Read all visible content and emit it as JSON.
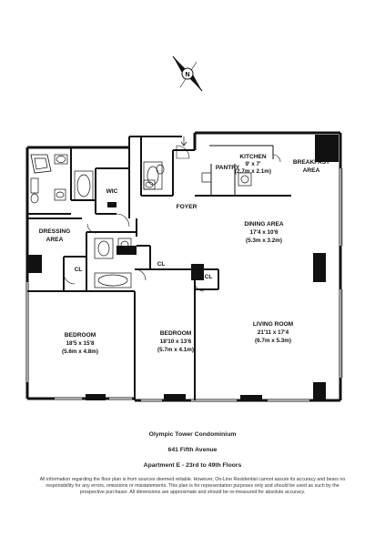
{
  "compass": {
    "north_label": "N"
  },
  "rooms": {
    "kitchen": {
      "name": "KITCHEN",
      "dim_imperial": "9' x 7'",
      "dim_metric": "(2.7m x 2.1m)"
    },
    "pantry": {
      "name": "PANTRY"
    },
    "breakfast": {
      "name_line1": "BREAKFAST",
      "name_line2": "AREA"
    },
    "wic": {
      "name": "WIC"
    },
    "foyer": {
      "name": "FOYER"
    },
    "dining": {
      "name": "DINING AREA",
      "dim_imperial": "17'4 x 10'6",
      "dim_metric": "(5.3m x 3.2m)"
    },
    "dressing": {
      "name_line1": "DRESSING",
      "name_line2": "AREA"
    },
    "cl_left": {
      "name": "CL"
    },
    "cl_mid": {
      "name": "CL"
    },
    "cl_right": {
      "name": "CL"
    },
    "bedroom1": {
      "name": "BEDROOM",
      "dim_imperial": "18'5 x 15'8",
      "dim_metric": "(5.6m x 4.8m)"
    },
    "bedroom2": {
      "name": "BEDROOM",
      "dim_imperial": "18'10 x 13'6",
      "dim_metric": "(5.7m x 4.1m)"
    },
    "living": {
      "name": "LIVING ROOM",
      "dim_imperial": "21'11 x 17'4",
      "dim_metric": "(6.7m x 5.3m)"
    }
  },
  "caption": {
    "building": "Olympic Tower Condominium",
    "address": "641 Fifth Avenue",
    "unit": "Apartment E - 23rd to 49th Floors"
  },
  "disclaimer": "All information regarding the floor plan is from sources deemed reliable. However, On-Line Residential cannot assure its accuracy and bears no responsibility for any errors, omissions or misstatements. This plan is for representation purposes only and should be used as such by the prospective purchaser. All dimensions are approximate and should be re-measured for absolute accuracy."
}
